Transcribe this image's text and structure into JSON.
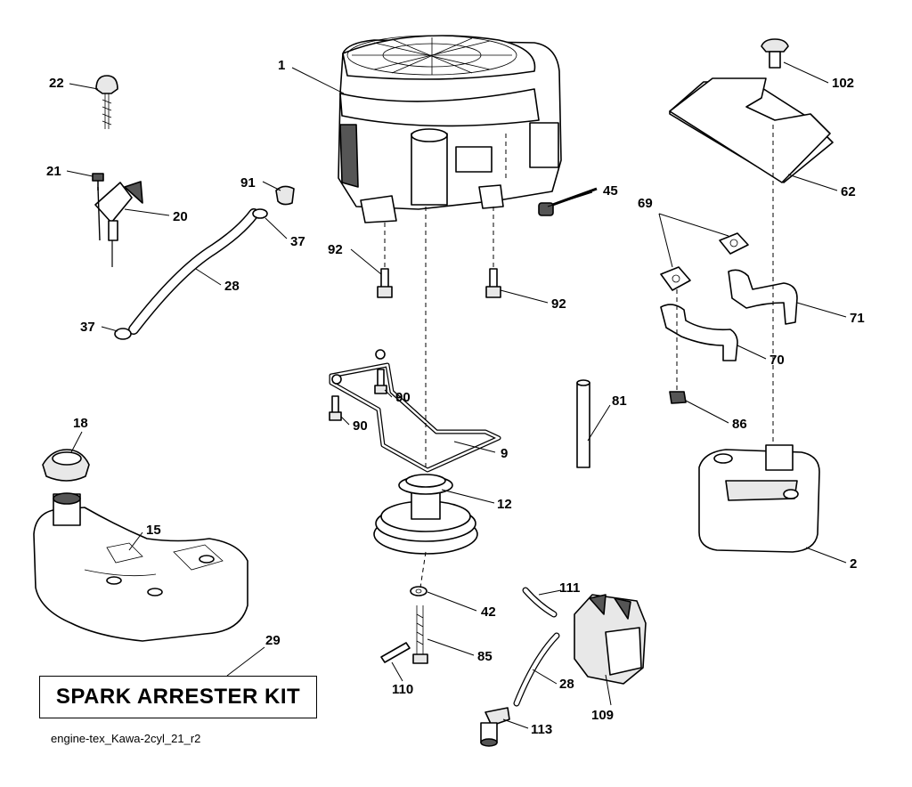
{
  "diagram": {
    "callouts": {
      "c1": "1",
      "c2": "2",
      "c9": "9",
      "c12": "12",
      "c15": "15",
      "c18": "18",
      "c20": "20",
      "c21": "21",
      "c22": "22",
      "c28a": "28",
      "c28b": "28",
      "c29": "29",
      "c37a": "37",
      "c37b": "37",
      "c42": "42",
      "c45": "45",
      "c62": "62",
      "c69": "69",
      "c70": "70",
      "c71": "71",
      "c81": "81",
      "c85": "85",
      "c86": "86",
      "c90a": "90",
      "c90b": "90",
      "c91": "91",
      "c92a": "92",
      "c92b": "92",
      "c102": "102",
      "c109": "109",
      "c110": "110",
      "c111": "111",
      "c113": "113"
    },
    "kit_label": "SPARK ARRESTER KIT",
    "file_ref": "engine-tex_Kawa-2cyl_21_r2"
  }
}
